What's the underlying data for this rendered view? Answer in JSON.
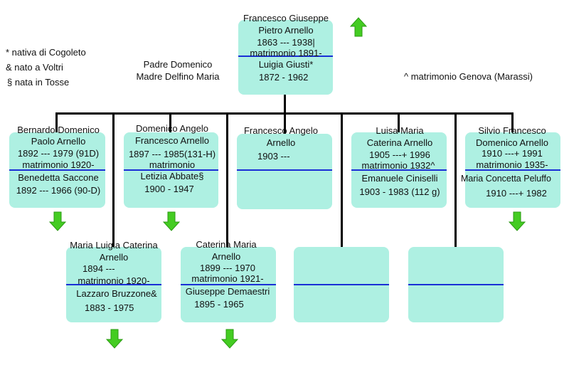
{
  "root": {
    "name_line1": "Francesco Giuseppe",
    "name_line2": "Pietro Arnello",
    "dates": "1863 --- 1938|",
    "marriage": "matrimonio 1891-",
    "spouse": "Luigia Giusti*",
    "spouse_dates": "1872 - 1962"
  },
  "parents": {
    "father": "Padre Domenico",
    "mother": "Madre Delfino Maria"
  },
  "legend": [
    "* nativa di Cogoleto",
    "& nato a Voltri",
    "§ nata in Tosse"
  ],
  "note": "^ matrimonio Genova (Marassi)",
  "row1": [
    {
      "l1": "Bernardo Domenico",
      "l2": "Paolo Arnello",
      "l3": "1892 --- 1979 (91D)",
      "l4": "matrimonio 1920-",
      "l5": "Benedetta Saccone",
      "l6": "1892 --- 1966 (90-D)"
    },
    {
      "l1": "Domenico Angelo",
      "l2": "Francesco Arnello",
      "l3": "1897 --- 1985(131-H)",
      "l4": "matrimonio",
      "l5": "Letizia Abbate§",
      "l6": "1900 - 1947"
    },
    {
      "l1": "Francesco Angelo",
      "l2": "Arnello",
      "l3": "1903 ---"
    },
    {
      "l1": "Luisa Maria",
      "l2": "Caterina Arnello",
      "l3": "1905 ---+ 1996",
      "l4": "matrimonio 1932^",
      "l5": "Emanuele Ciniselli",
      "l6": "1903 - 1983 (112 g)"
    },
    {
      "l1": "Silvio Francesco",
      "l2": "Domenico Arnello",
      "l3": "1910 ---+ 1991",
      "l4": "matrimonio 1935-",
      "l5": "Maria Concetta Peluffo",
      "l6": "1910 ---+ 1982"
    }
  ],
  "row2": [
    {
      "l1": "Maria Luigia Caterina",
      "l2": "Arnello",
      "l3": "1894 ---",
      "l4": "matrimonio 1920-",
      "l5": "Lazzaro Bruzzone&",
      "l6": "1883 - 1975"
    },
    {
      "l1": "Caterina Maria",
      "l2": "Arnello",
      "l3": "1899 --- 1970",
      "l4": "matrimonio 1921-",
      "l5": "Giuseppe Demaestri",
      "l6": "1895 - 1965"
    }
  ],
  "colors": {
    "box": "#aef0e2",
    "separator": "#1a2fd6",
    "arrow": "#44cc22"
  },
  "icons": [
    "expand-up-arrow-icon",
    "expand-down-arrow-icon"
  ]
}
